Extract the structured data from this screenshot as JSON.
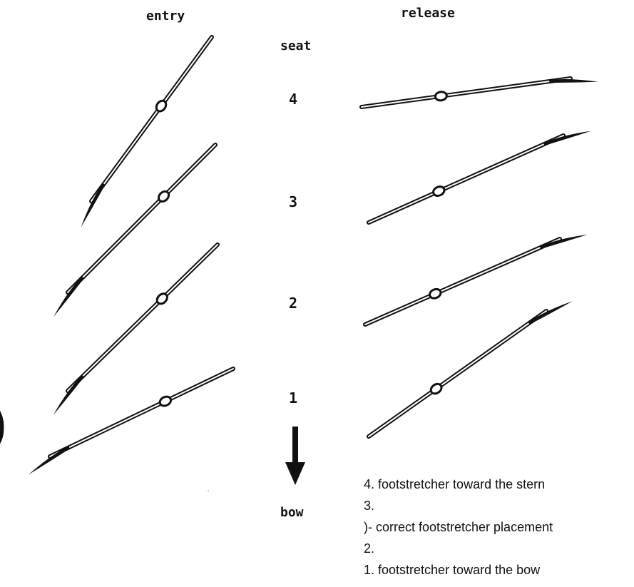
{
  "headers": {
    "entry": "entry",
    "release": "release",
    "seat": "seat"
  },
  "seats": [
    "4",
    "3",
    "2",
    "1"
  ],
  "direction_label": "bow",
  "legend": [
    "4. footstretcher toward the stern",
    "3.",
    ")- correct footstretcher placement",
    "2.",
    "1. footstretcher toward the bow"
  ],
  "edge_mark": ")"
}
